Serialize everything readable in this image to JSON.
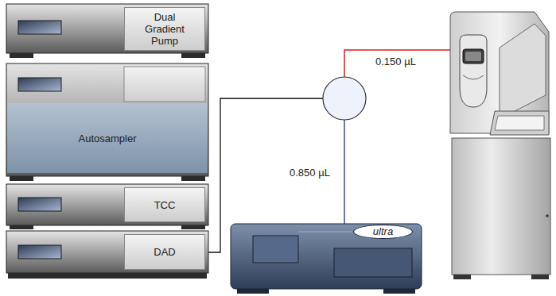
{
  "diagram": {
    "nodes": [
      {
        "text": [
          "Dual Gradient Pump"
        ]
      },
      {
        "text": [
          "Autosampler"
        ]
      },
      {
        "text": [
          "TCC"
        ]
      },
      {
        "text": [
          "DAD"
        ]
      },
      {
        "text": [
          "ultra"
        ]
      }
    ],
    "labels": [
      "0.150 µL",
      "0.850 µL"
    ]
  }
}
